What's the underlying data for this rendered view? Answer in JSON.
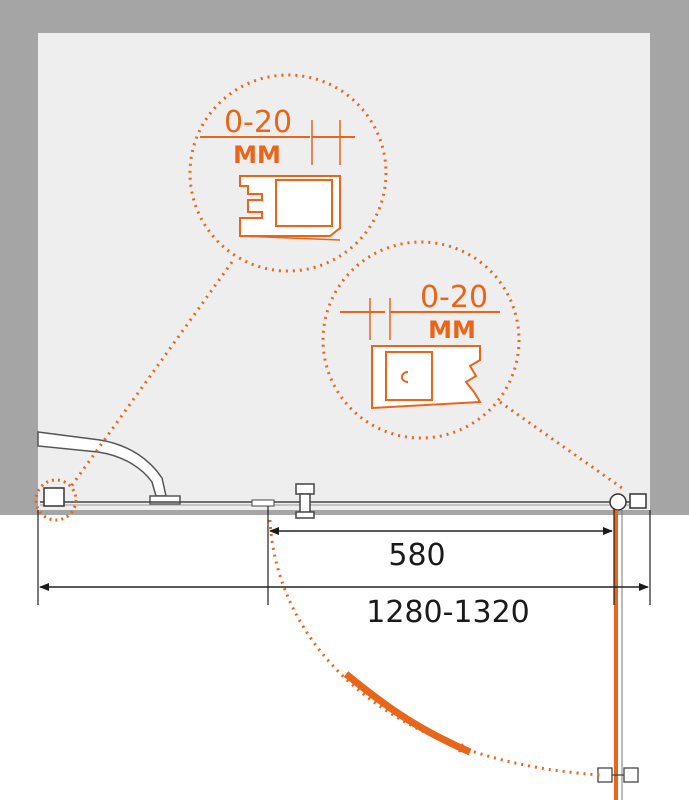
{
  "colors": {
    "wall": "#a5a5a5",
    "room": "#eeeeee",
    "accent": "#e8651a",
    "line": "#222222"
  },
  "callouts": {
    "top": {
      "range": "0-20",
      "unit": "ММ"
    },
    "right": {
      "range": "0-20",
      "unit": "ММ"
    }
  },
  "dimensions": {
    "door": "580",
    "total": "1280-1320"
  }
}
